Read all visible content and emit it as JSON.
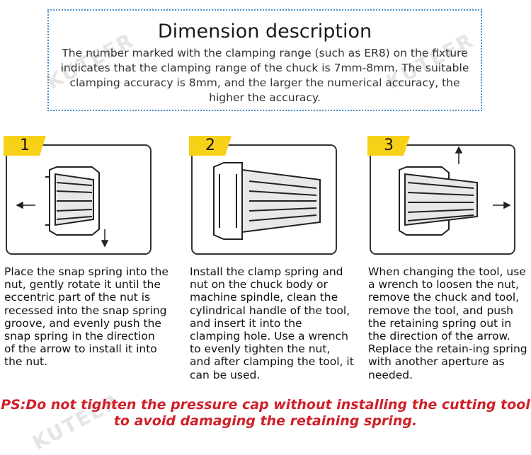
{
  "description": {
    "title": "Dimension description",
    "text": "The number marked with the clamping range (such as ER8) on the fixture indicates that the clamping range of the chuck is 7mm-8mm. The suitable clamping accuracy is 8mm, and the larger the numerical accuracy, the higher the accuracy."
  },
  "steps": [
    {
      "number": "1",
      "text": "Place the snap spring into the nut, gently rotate it until the eccentric part of the nut is recessed into the snap spring groove, and evenly push the snap spring in the direction of the arrow to install it into the nut."
    },
    {
      "number": "2",
      "text": "Install the clamp spring and nut on the chuck body or machine spindle, clean the cylindrical handle of the tool, and insert it into the clamping hole. Use a wrench to evenly tighten the nut, and after clamping the tool, it can be used."
    },
    {
      "number": "3",
      "text": "When changing the tool, use a wrench to loosen the nut, remove the chuck and tool, remove the tool, and push the retaining spring out in the direction of the arrow. Replace the retain-ing spring with another aperture as needed."
    }
  ],
  "ps": "PS:Do not tighten the pressure cap without installing the cutting tool to avoid damaging the retaining spring.",
  "watermark": "KUTEER",
  "colors": {
    "accent_yellow": "#f7d117",
    "ps_red": "#d0202a",
    "border_blue": "#4a90c9"
  }
}
